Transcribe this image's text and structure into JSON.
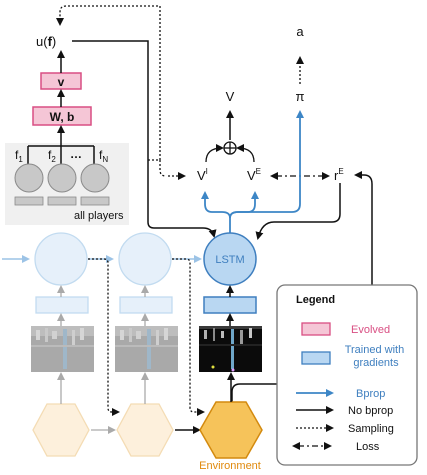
{
  "colors": {
    "evolved_fill": "#f5c6d6",
    "evolved_stroke": "#d94f83",
    "evolved_text": "#d94f83",
    "trained_fill": "#b9d7f2",
    "trained_stroke": "#3f7fbf",
    "trained_text": "#3f7fbf",
    "bprop": "#3d86c6",
    "hex_fill": "#f6c35a",
    "hex_stroke": "#d38a0f",
    "env_text": "#e08a0e",
    "player_circle": "#c8c8c8",
    "players_bg": "#f0f0f0"
  },
  "labels": {
    "u_f": "u(f)",
    "a": "a",
    "pi": "π",
    "v_upper": "V",
    "v_i": "V",
    "v_i_sup": "I",
    "v_e": "V",
    "v_e_sup": "E",
    "r_e": "r",
    "r_e_sup": "E",
    "box_v": "v",
    "box_wb": "W, b",
    "f1": "f",
    "f1_sub": "1",
    "f2": "f",
    "f2_sub": "2",
    "ellipsis": "…",
    "fn": "f",
    "fn_sub": "N",
    "all_players": "all players",
    "lstm": "LSTM",
    "environment": "Environment",
    "oplus": "⊕"
  },
  "legend": {
    "title": "Legend",
    "evolved": "Evolved",
    "trained": "Trained with gradients",
    "bprop": "Bprop",
    "no_bprop": "No bprop",
    "sampling": "Sampling",
    "loss": "Loss"
  }
}
